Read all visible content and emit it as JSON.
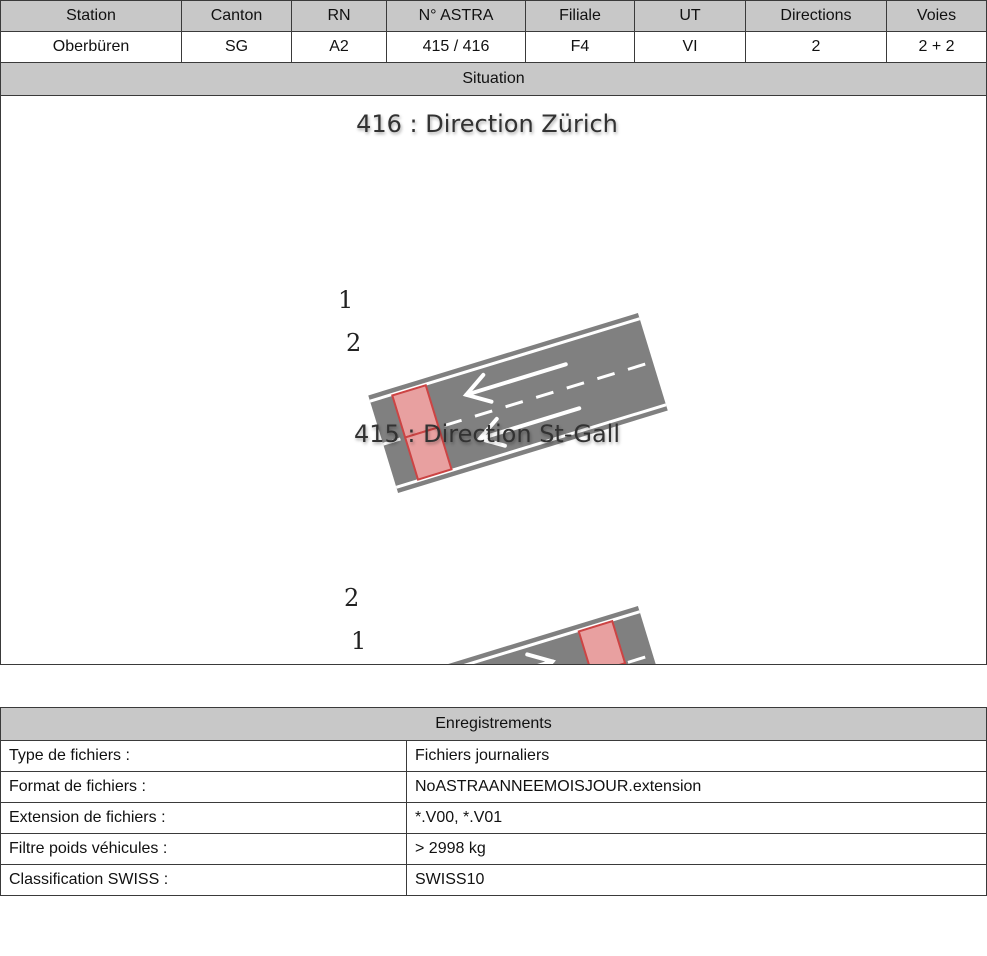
{
  "header": {
    "columns": [
      "Station",
      "Canton",
      "RN",
      "N° ASTRA",
      "Filiale",
      "UT",
      "Directions",
      "Voies"
    ],
    "values": [
      "Oberbüren",
      "SG",
      "A2",
      "415 / 416",
      "F4",
      "VI",
      "2",
      "2 + 2"
    ]
  },
  "situation": {
    "title": "Situation",
    "direction_top": {
      "label": "416 : Direction Zürich",
      "lane_1": "1",
      "lane_2": "2"
    },
    "direction_bottom": {
      "label": "415 : Direction St-Gall",
      "lane_1": "1",
      "lane_2": "2"
    },
    "colors": {
      "road": "#808080",
      "marking": "#ffffff",
      "detector_fill": "#e8a0a0",
      "detector_stroke": "#cc4444"
    }
  },
  "enregistrements": {
    "title": "Enregistrements",
    "rows": [
      {
        "label": "Type de fichiers :",
        "value": "Fichiers journaliers"
      },
      {
        "label": "Format de fichiers :",
        "value": "NoASTRAANNEEMOISJOUR.extension"
      },
      {
        "label": "Extension de fichiers :",
        "value": "*.V00, *.V01"
      },
      {
        "label": "Filtre poids véhicules :",
        "value": "> 2998 kg"
      },
      {
        "label": "Classification SWISS :",
        "value": "SWISS10"
      }
    ]
  }
}
